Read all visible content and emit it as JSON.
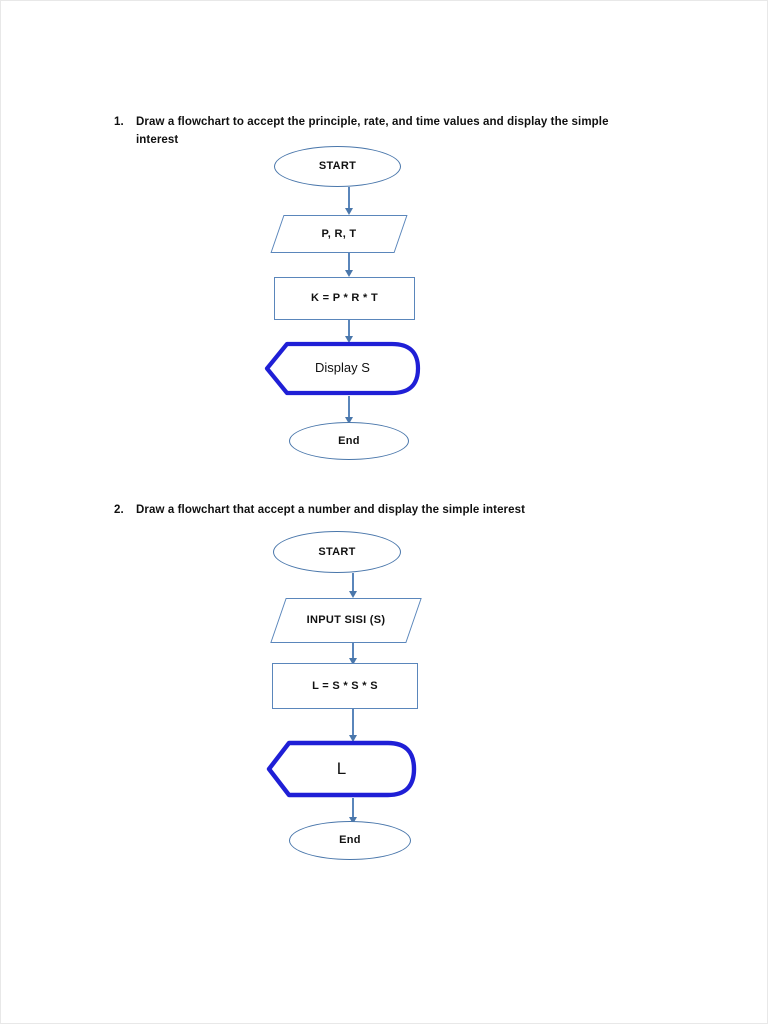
{
  "document": {
    "page_background": "#ffffff",
    "accent_thin": "#5a86bb",
    "accent_thick": "#1f1fd6",
    "text_color": "#101010"
  },
  "questions": [
    {
      "number": "1.",
      "text": "Draw a flowchart to accept the principle, rate, and time values and display the simple interest"
    },
    {
      "number": "2.",
      "text": "Draw a flowchart that accept a number and display the simple interest"
    }
  ],
  "flowcharts": [
    {
      "name": "simple-interest-flowchart",
      "nodes": [
        {
          "type": "terminator",
          "label": "START"
        },
        {
          "type": "io",
          "label": "P, R, T"
        },
        {
          "type": "process",
          "label": "K = P * R * T"
        },
        {
          "type": "display",
          "label": "Display S"
        },
        {
          "type": "terminator",
          "label": "End"
        }
      ]
    },
    {
      "name": "cube-volume-flowchart",
      "nodes": [
        {
          "type": "terminator",
          "label": "START"
        },
        {
          "type": "io",
          "label": "INPUT SISI (S)"
        },
        {
          "type": "process",
          "label": "L = S * S * S"
        },
        {
          "type": "display",
          "label": "L"
        },
        {
          "type": "terminator",
          "label": "End"
        }
      ]
    }
  ]
}
